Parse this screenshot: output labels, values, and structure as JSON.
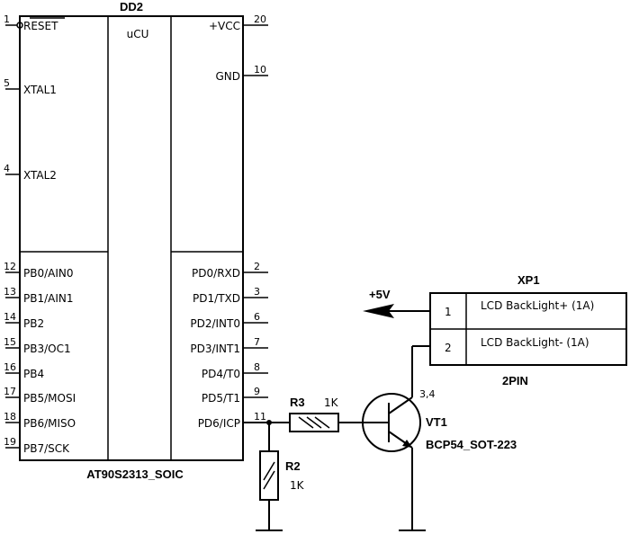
{
  "chip": {
    "designator": "DD2",
    "core_label": "uCU",
    "part_name": "AT90S2313_SOIC",
    "left_pins": [
      {
        "num": "1",
        "name": "RESET"
      },
      {
        "num": "5",
        "name": "XTAL1"
      },
      {
        "num": "4",
        "name": "XTAL2"
      },
      {
        "num": "12",
        "name": "PB0/AIN0"
      },
      {
        "num": "13",
        "name": "PB1/AIN1"
      },
      {
        "num": "14",
        "name": "PB2"
      },
      {
        "num": "15",
        "name": "PB3/OC1"
      },
      {
        "num": "16",
        "name": "PB4"
      },
      {
        "num": "17",
        "name": "PB5/MOSI"
      },
      {
        "num": "18",
        "name": "PB6/MISO"
      },
      {
        "num": "19",
        "name": "PB7/SCK"
      }
    ],
    "right_pins": [
      {
        "num": "20",
        "name": "+VCC"
      },
      {
        "num": "10",
        "name": "GND"
      },
      {
        "num": "2",
        "name": "PD0/RXD"
      },
      {
        "num": "3",
        "name": "PD1/TXD"
      },
      {
        "num": "6",
        "name": "PD2/INT0"
      },
      {
        "num": "7",
        "name": "PD3/INT1"
      },
      {
        "num": "8",
        "name": "PD4/T0"
      },
      {
        "num": "9",
        "name": "PD5/T1"
      },
      {
        "num": "11",
        "name": "PD6/ICP"
      }
    ]
  },
  "r3": {
    "designator": "R3",
    "value": "1K"
  },
  "r2": {
    "designator": "R2",
    "value": "1K"
  },
  "vt1": {
    "designator": "VT1",
    "part": "BCP54_SOT-223",
    "collector_pins": "3,4"
  },
  "power_label": "+5V",
  "xp1": {
    "designator": "XP1",
    "footprint": "2PIN",
    "pins": [
      {
        "num": "1",
        "name": "LCD BackLight+ (1A)"
      },
      {
        "num": "2",
        "name": "LCD BackLight- (1A)"
      }
    ]
  }
}
